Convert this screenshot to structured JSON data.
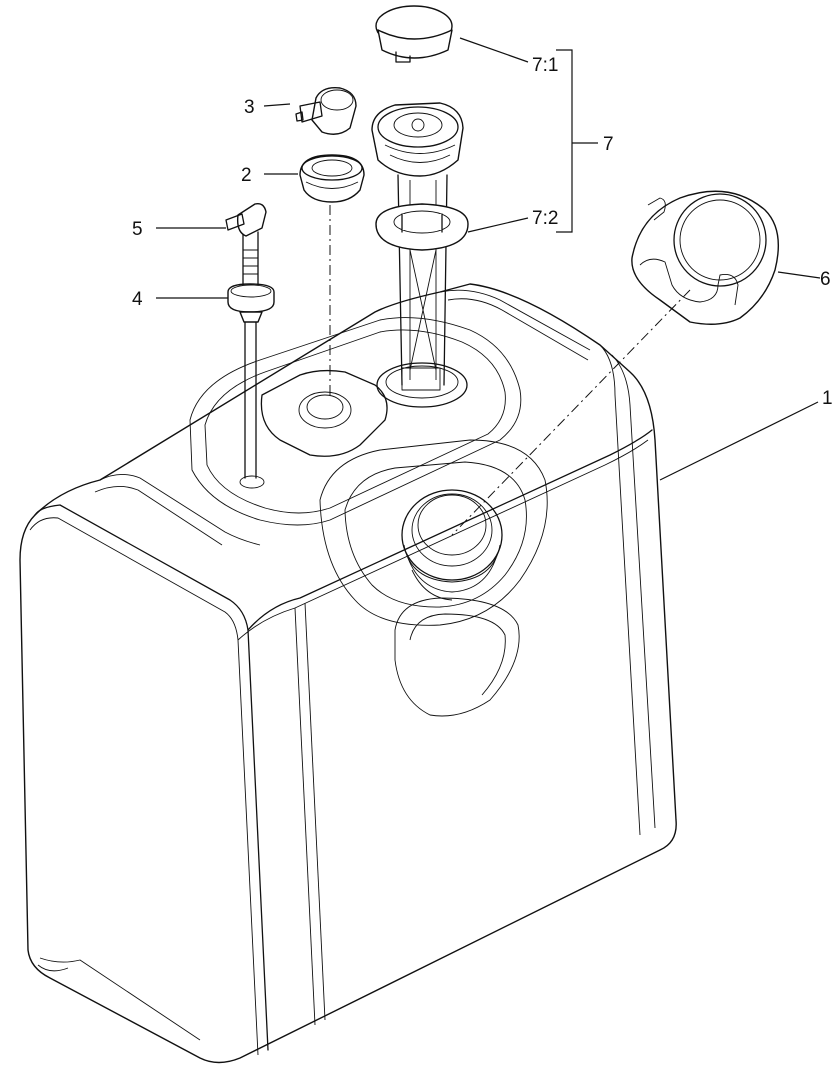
{
  "callouts": {
    "c1": "1",
    "c2": "2",
    "c3": "3",
    "c4": "4",
    "c5": "5",
    "c6": "6",
    "c7": "7",
    "c7_1": "7:1",
    "c7_2": "7:2"
  },
  "colors": {
    "line": "#111111",
    "background": "#ffffff"
  }
}
